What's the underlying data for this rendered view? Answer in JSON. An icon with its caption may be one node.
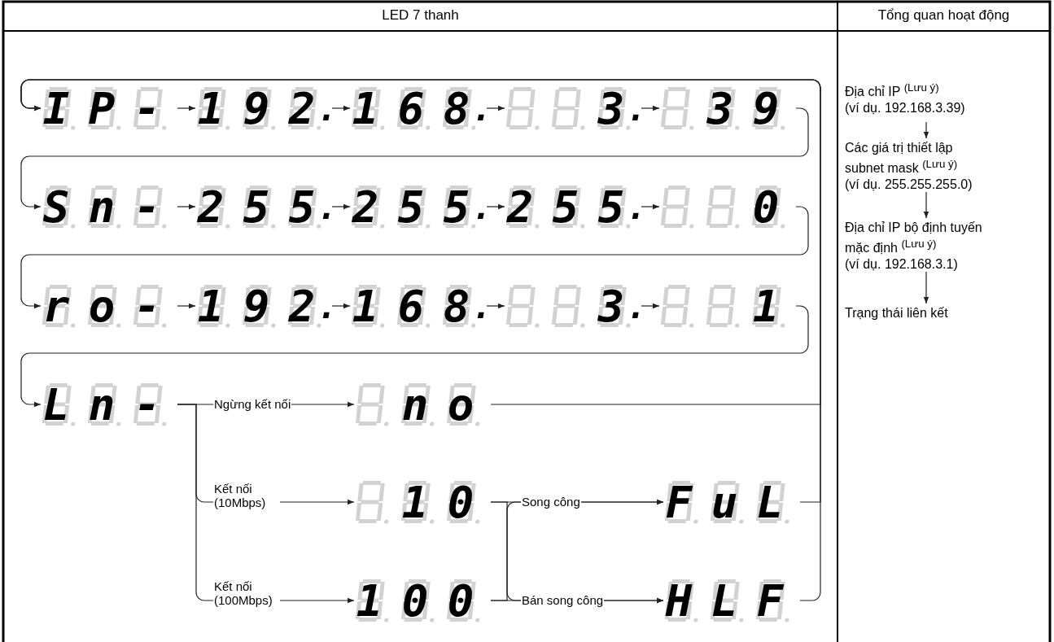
{
  "diagram": {
    "nodes": [
      {
        "text": [
          "I P -"
        ]
      },
      {
        "text": [
          "1 9 2."
        ]
      },
      {
        "text": [
          "1 6 8."
        ]
      },
      {
        "text": [
          "3."
        ]
      },
      {
        "text": [
          "3 9"
        ]
      },
      {
        "text": [
          "S n -"
        ]
      },
      {
        "text": [
          "2 5 5."
        ]
      },
      {
        "text": [
          "2 5 5."
        ]
      },
      {
        "text": [
          "2 5 5."
        ]
      },
      {
        "text": [
          "0"
        ]
      },
      {
        "text": [
          "r o -"
        ]
      },
      {
        "text": [
          "1 9 2."
        ]
      },
      {
        "text": [
          "1 6 8."
        ]
      },
      {
        "text": [
          "3."
        ]
      },
      {
        "text": [
          "1"
        ]
      },
      {
        "text": [
          "L n -"
        ]
      },
      {
        "text": [
          "n o"
        ]
      },
      {
        "text": [
          "1 0"
        ]
      },
      {
        "text": [
          "1 0 0"
        ]
      },
      {
        "text": [
          "F u L"
        ]
      },
      {
        "text": [
          "H L F"
        ]
      },
      {
        "text": [
          "Địa chỉ IP $^{(Lưu ý)}$",
          "(ví dụ. 192.168.3.39)"
        ]
      },
      {
        "text": [
          "Các giá trị thiết lập subnet mask $^{(Lưu ý)}$",
          "(ví dụ. 255.255.255.0)"
        ]
      },
      {
        "text": [
          "Địa chỉ IP bộ định tuyến mặc định $^{(Lưu ý)}$",
          "(ví dụ. 192.168.3.1)"
        ]
      },
      {
        "text": [
          "Trạng thái liên kết"
        ]
      }
    ],
    "edges": [
      {
        "from": 0,
        "to": 1,
        "arrow": "to"
      },
      {
        "from": 1,
        "to": 2,
        "arrow": "to"
      },
      {
        "from": 2,
        "to": 3,
        "arrow": "to"
      },
      {
        "from": 3,
        "to": 4,
        "arrow": "to"
      },
      {
        "from": 4,
        "to": 5,
        "arrow": "to"
      },
      {
        "from": 5,
        "to": 6,
        "arrow": "to"
      },
      {
        "from": 6,
        "to": 7,
        "arrow": "to"
      },
      {
        "from": 7,
        "to": 8,
        "arrow": "to"
      },
      {
        "from": 8,
        "to": 9,
        "arrow": "to"
      },
      {
        "from": 9,
        "to": 10,
        "arrow": "to"
      },
      {
        "from": 10,
        "to": 11,
        "arrow": "to"
      },
      {
        "from": 11,
        "to": 12,
        "arrow": "to"
      },
      {
        "from": 12,
        "to": 13,
        "arrow": "to"
      },
      {
        "from": 13,
        "to": 14,
        "arrow": "to"
      },
      {
        "from": 14,
        "to": 15,
        "arrow": "to"
      },
      {
        "from": 15,
        "to": 16,
        "arrow": "to",
        "label": "Ngừng kết nối"
      },
      {
        "from": 15,
        "to": 17,
        "arrow": "to",
        "label": "Kết nối (10Mbps)"
      },
      {
        "from": 15,
        "to": 18,
        "arrow": "to",
        "label": "Kết nối (100Mbps)"
      },
      {
        "from": 17,
        "to": 19,
        "arrow": "to",
        "label": "Song công"
      },
      {
        "from": 17,
        "to": 20,
        "arrow": "to"
      },
      {
        "from": 18,
        "to": 19,
        "arrow": "to"
      },
      {
        "from": 18,
        "to": 20,
        "arrow": "to",
        "label": "Bán song công"
      },
      {
        "from": 16,
        "to": 0,
        "arrow": "to"
      },
      {
        "from": 19,
        "to": 0,
        "arrow": "to"
      },
      {
        "from": 20,
        "to": 0,
        "arrow": "to"
      },
      {
        "from": 21,
        "to": 22,
        "arrow": "to"
      },
      {
        "from": 22,
        "to": 23,
        "arrow": "to"
      },
      {
        "from": 23,
        "to": 24,
        "arrow": "to"
      }
    ],
    "labels": [
      "LED 7 thanh",
      "Tổng quan hoạt động"
    ]
  }
}
